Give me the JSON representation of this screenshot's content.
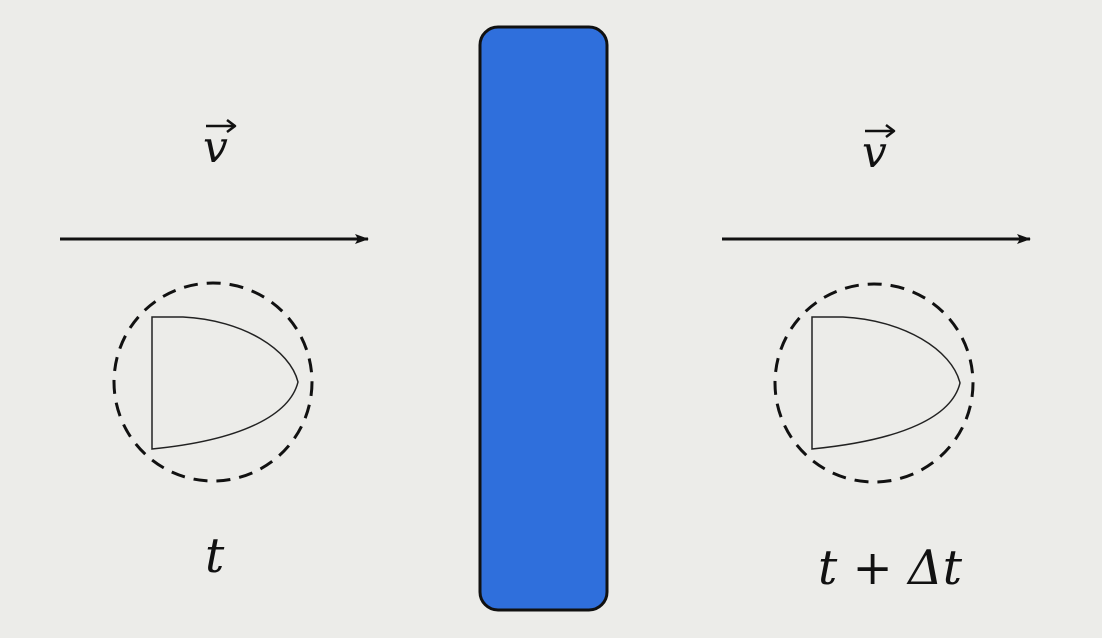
{
  "left": {
    "velocity_label": "v",
    "time_label": "t"
  },
  "right": {
    "velocity_label": "v",
    "time_label": "t + Δt"
  },
  "colors": {
    "background": "#ecece9",
    "blocker_fill": "#2f6fdc",
    "stroke": "#111111"
  }
}
